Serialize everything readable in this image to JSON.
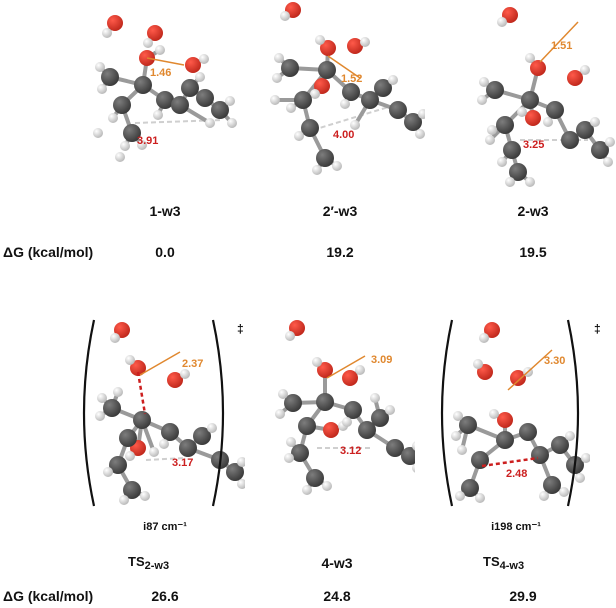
{
  "structures": [
    {
      "id": "s1",
      "name": "1-w3",
      "dG": "0.0",
      "dist_red": "3.91",
      "dist_orange": "1.46"
    },
    {
      "id": "s2",
      "name": "2′-w3",
      "dG": "19.2",
      "dist_red": "4.00",
      "dist_orange": "1.52"
    },
    {
      "id": "s3",
      "name": "2-w3",
      "dG": "19.5",
      "dist_red": "3.25",
      "dist_orange": "1.51"
    },
    {
      "id": "s4",
      "ts_main": "TS",
      "ts_sub": "2-w3",
      "freq": "i87 cm⁻¹",
      "dG": "26.6",
      "dist_red": "3.17",
      "dist_orange": "2.37",
      "dagger": "‡"
    },
    {
      "id": "s5",
      "name": "4-w3",
      "dG": "24.8",
      "dist_red": "3.12",
      "dist_orange": "3.09"
    },
    {
      "id": "s6",
      "ts_main": "TS",
      "ts_sub": "4-w3",
      "freq": "i198 cm⁻¹",
      "dG": "29.9",
      "dist_red": "2.48",
      "dist_orange": "3.30",
      "dagger": "‡"
    }
  ],
  "row_label": "ΔG (kcal/mol)",
  "colors": {
    "carbon": "#3a3a3a",
    "oxygen": "#c0281c",
    "hydrogen": "#e6e6e6",
    "red_label": "#cc1f1f",
    "orange_label": "#e0882f"
  }
}
